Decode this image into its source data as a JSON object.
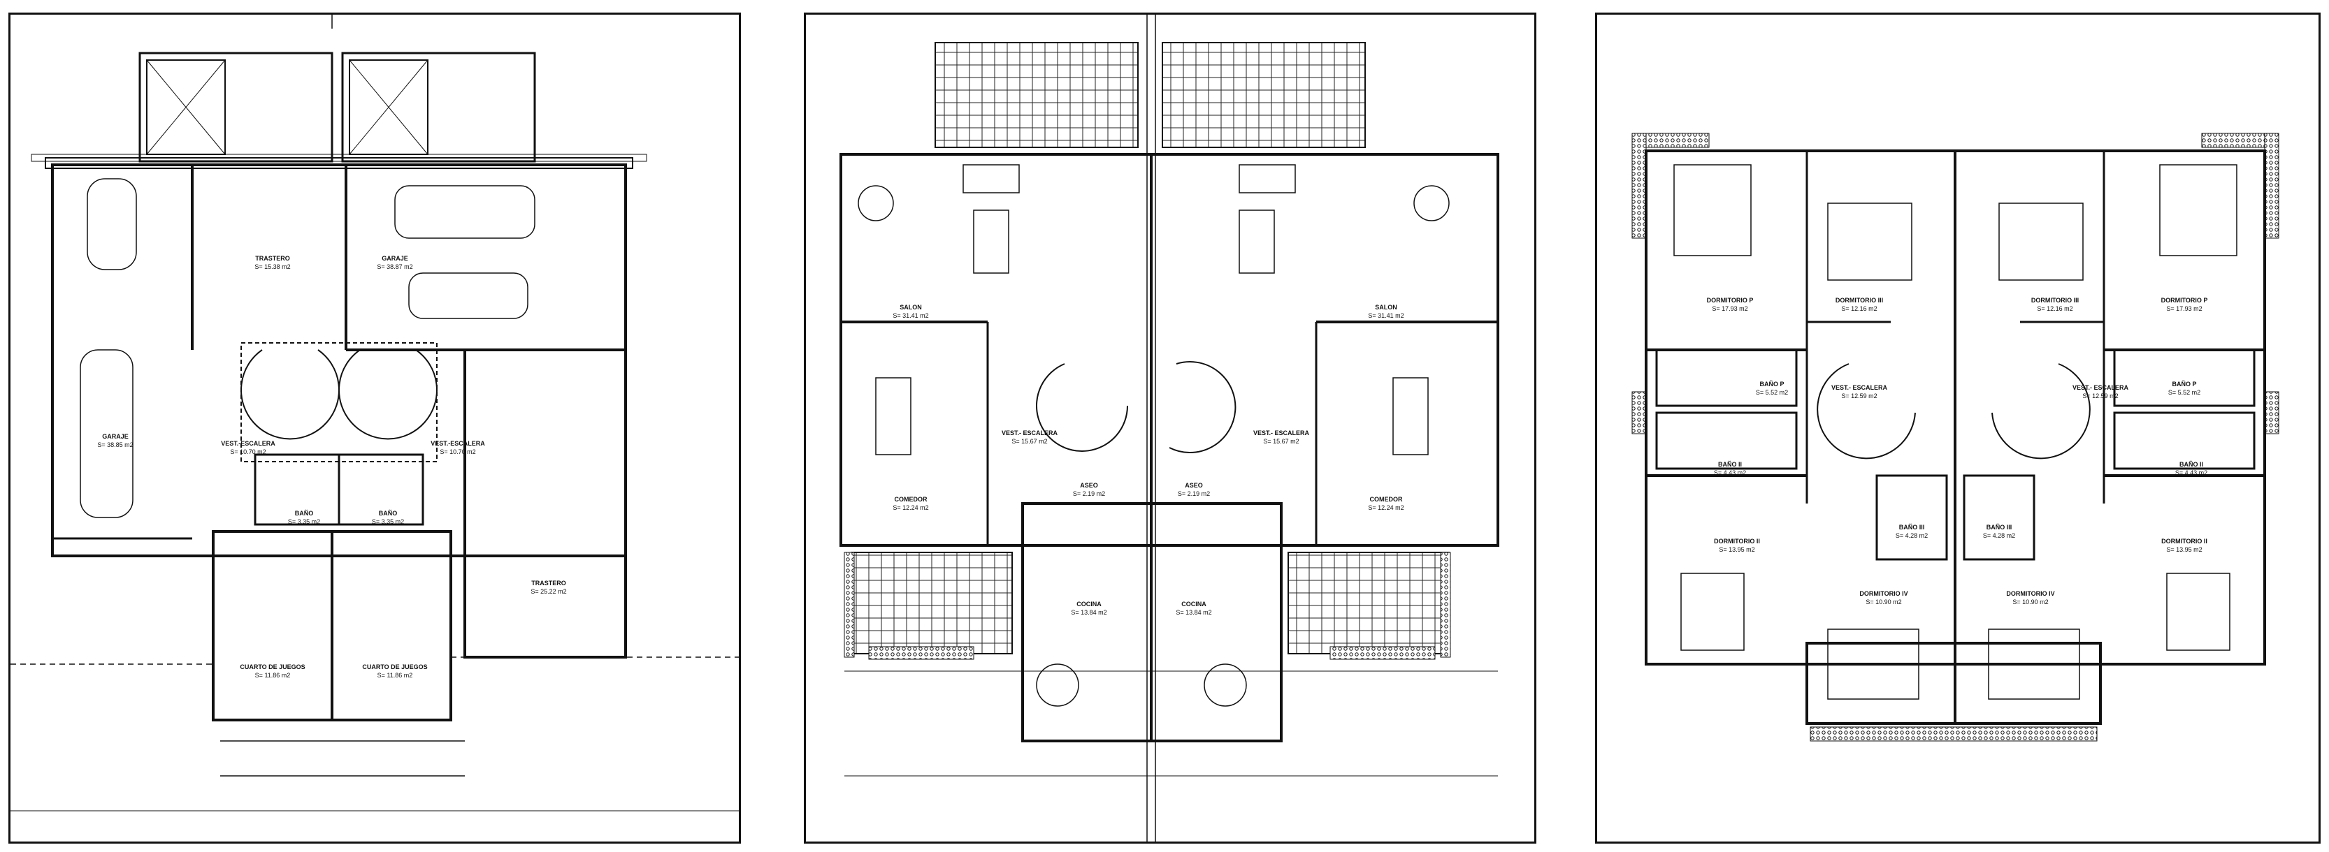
{
  "plans": [
    {
      "id": "basement",
      "rooms": [
        {
          "name": "GARAJE",
          "area": "S= 38.85 m2"
        },
        {
          "name": "TRASTERO",
          "area": "S= 15.38 m2"
        },
        {
          "name": "GARAJE",
          "area": "S= 38.87 m2"
        },
        {
          "name": "VEST.-ESCALERA",
          "area": "S= 10.70 m2"
        },
        {
          "name": "VEST.-ESCALERA",
          "area": "S= 10.70 m2"
        },
        {
          "name": "BAÑO",
          "area": "S= 3.35 m2"
        },
        {
          "name": "BAÑO",
          "area": "S= 3.35 m2"
        },
        {
          "name": "TRASTERO",
          "area": "S= 25.22 m2"
        },
        {
          "name": "CUARTO DE JUEGOS",
          "area": "S= 11.86 m2"
        },
        {
          "name": "CUARTO DE JUEGOS",
          "area": "S= 11.86 m2"
        }
      ]
    },
    {
      "id": "ground",
      "rooms": [
        {
          "name": "SALON",
          "area": "S= 31.41 m2"
        },
        {
          "name": "SALON",
          "area": "S= 31.41 m2"
        },
        {
          "name": "VEST.- ESCALERA",
          "area": "S= 15.67 m2"
        },
        {
          "name": "VEST.- ESCALERA",
          "area": "S= 15.67 m2"
        },
        {
          "name": "COMEDOR",
          "area": "S= 12.24 m2"
        },
        {
          "name": "COMEDOR",
          "area": "S= 12.24 m2"
        },
        {
          "name": "ASEO",
          "area": "S= 2.19 m2"
        },
        {
          "name": "ASEO",
          "area": "S= 2.19 m2"
        },
        {
          "name": "COCINA",
          "area": "S= 13.84 m2"
        },
        {
          "name": "COCINA",
          "area": "S= 13.84 m2"
        }
      ]
    },
    {
      "id": "upper",
      "rooms": [
        {
          "name": "DORMITORIO P",
          "area": "S= 17.93 m2"
        },
        {
          "name": "DORMITORIO III",
          "area": "S= 12.16 m2"
        },
        {
          "name": "DORMITORIO III",
          "area": "S= 12.16 m2"
        },
        {
          "name": "DORMITORIO P",
          "area": "S= 17.93 m2"
        },
        {
          "name": "BAÑO P",
          "area": "S= 5.52 m2"
        },
        {
          "name": "BAÑO P",
          "area": "S= 5.52 m2"
        },
        {
          "name": "VEST.- ESCALERA",
          "area": "S= 12.59 m2"
        },
        {
          "name": "VEST.- ESCALERA",
          "area": "S= 12.59 m2"
        },
        {
          "name": "BAÑO II",
          "area": "S= 4.43 m2"
        },
        {
          "name": "BAÑO II",
          "area": "S= 4.43 m2"
        },
        {
          "name": "BAÑO III",
          "area": "S= 4.28 m2"
        },
        {
          "name": "BAÑO III",
          "area": "S= 4.28 m2"
        },
        {
          "name": "DORMITORIO II",
          "area": "S= 13.95 m2"
        },
        {
          "name": "DORMITORIO II",
          "area": "S= 13.95 m2"
        },
        {
          "name": "DORMITORIO IV",
          "area": "S= 10.90 m2"
        },
        {
          "name": "DORMITORIO IV",
          "area": "S= 10.90 m2"
        }
      ]
    }
  ]
}
